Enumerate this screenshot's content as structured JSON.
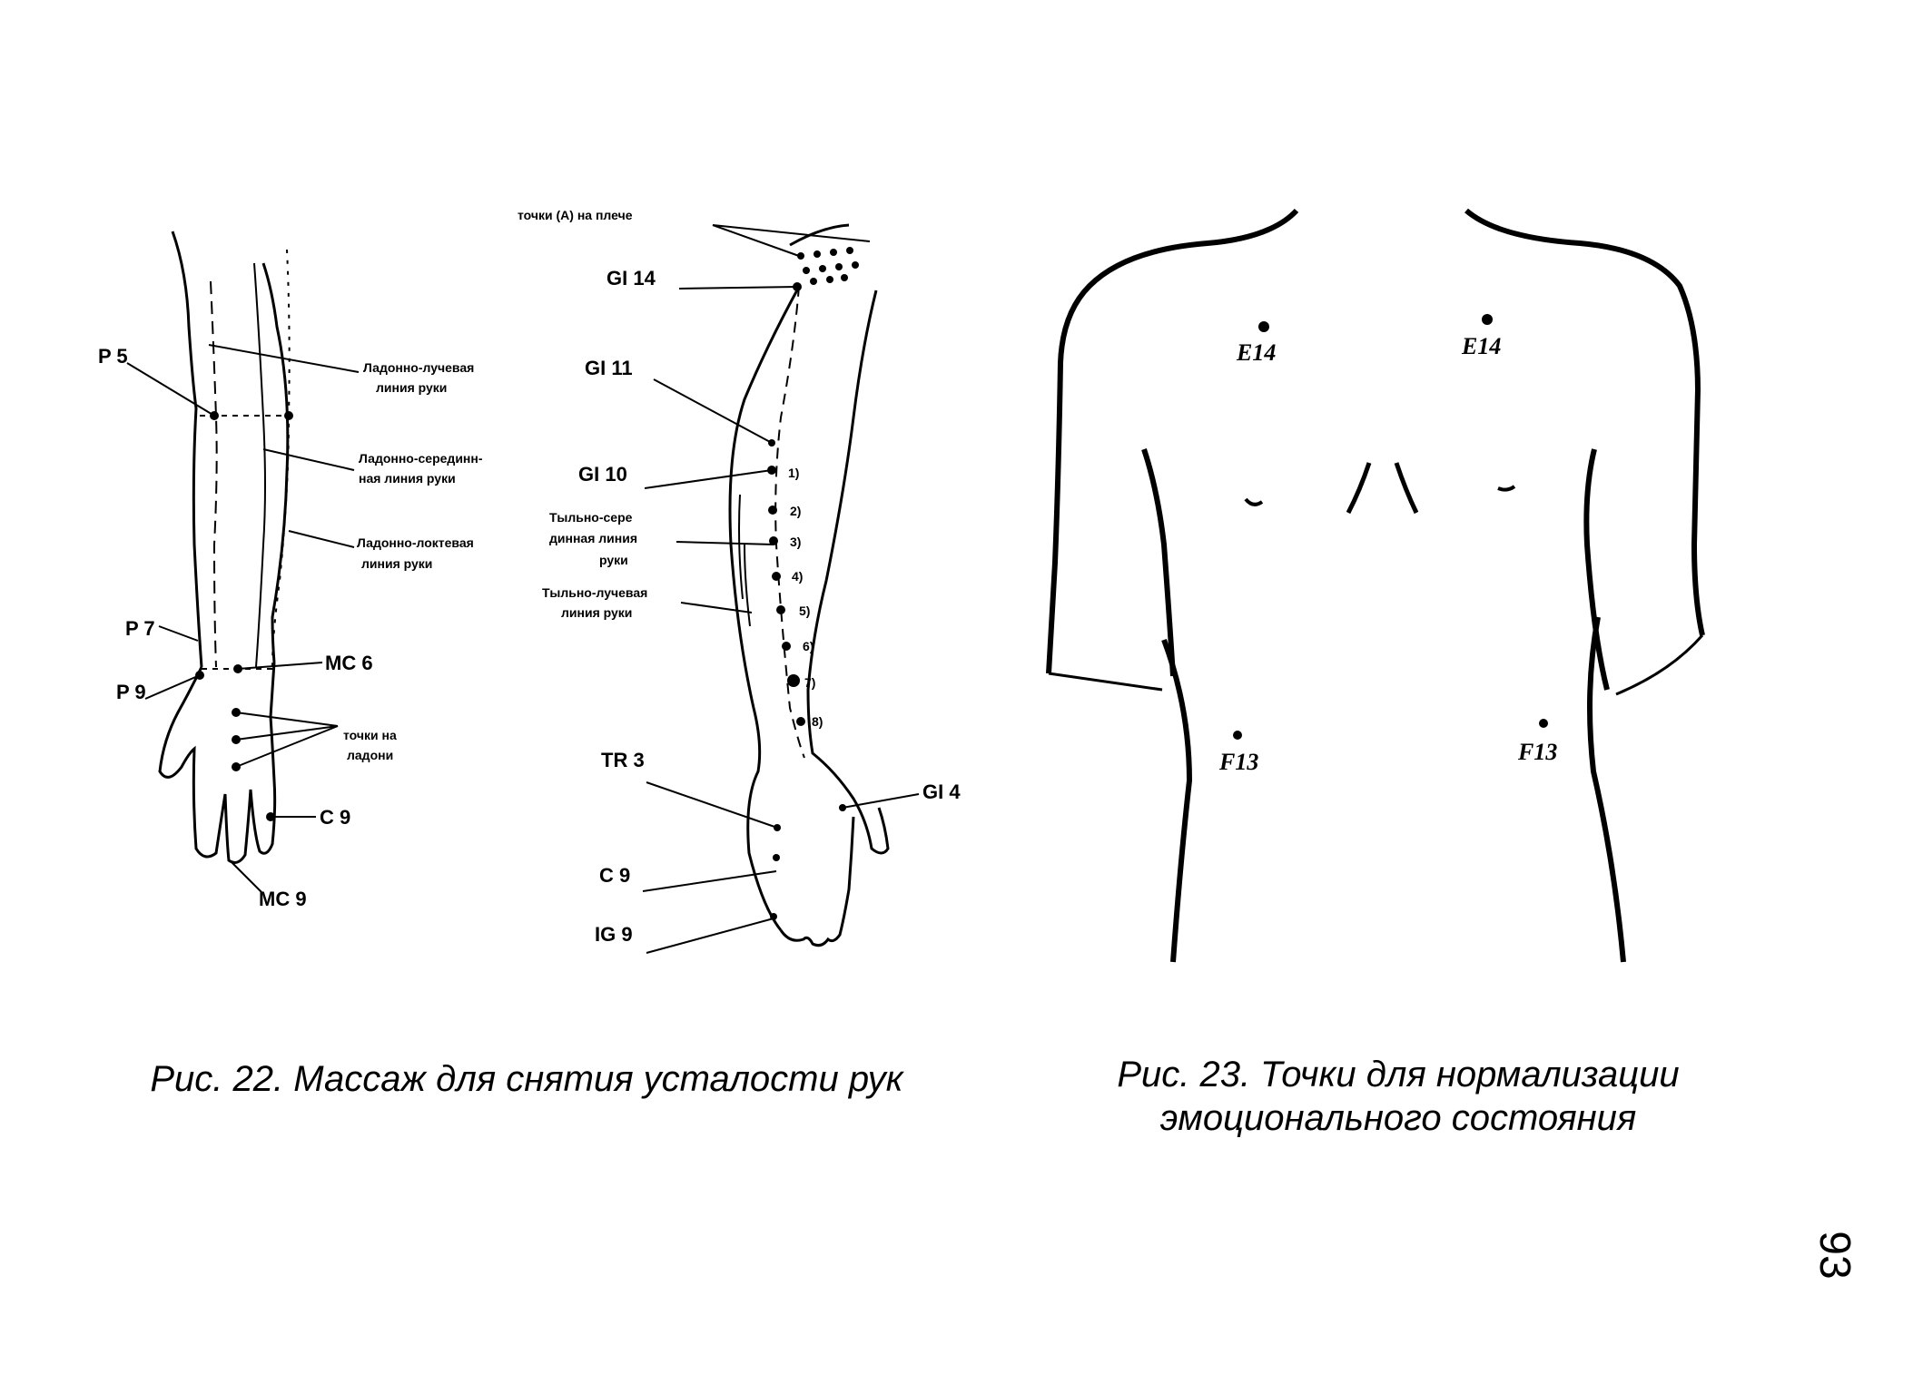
{
  "figure22": {
    "caption": "Рис. 22. Массаж для снятия усталости рук",
    "left_arm": {
      "labels": {
        "p5": "P 5",
        "p7": "P 7",
        "p9": "P 9",
        "mc6": "MC 6",
        "mc9": "MC 9",
        "c9": "C 9",
        "radial_line": [
          "Ладонно-лучевая",
          "линия руки"
        ],
        "middle_line": [
          "Ладонно-серединн-",
          "ная линия руки"
        ],
        "ulnar_line": [
          "Ладонно-локтевая",
          "линия руки"
        ],
        "palm_points": [
          "точки на",
          "ладони"
        ]
      }
    },
    "right_arm": {
      "labels": {
        "shoulder_points": "точки (А) на плече",
        "gi14": "GI 14",
        "gi11": "GI 11",
        "gi10": "GI 10",
        "dorsal_middle": [
          "Тыльно-сере",
          "динная линия",
          "руки"
        ],
        "dorsal_radial": [
          "Тыльно-лучевая",
          "линия руки"
        ],
        "tr3": "TR 3",
        "c9": "C 9",
        "ig9": "IG 9",
        "gi4": "GI 4",
        "numbers": [
          "1)",
          "2)",
          "3)",
          "4)",
          "5)",
          "6)",
          "7)",
          "8)"
        ]
      }
    }
  },
  "figure23": {
    "caption_lines": [
      "Рис. 23. Точки для нормализации",
      "эмоционального состояния"
    ],
    "points": {
      "e14_left": "E14",
      "e14_right": "E14",
      "f13_left": "F13",
      "f13_right": "F13"
    }
  },
  "page_number": "93"
}
